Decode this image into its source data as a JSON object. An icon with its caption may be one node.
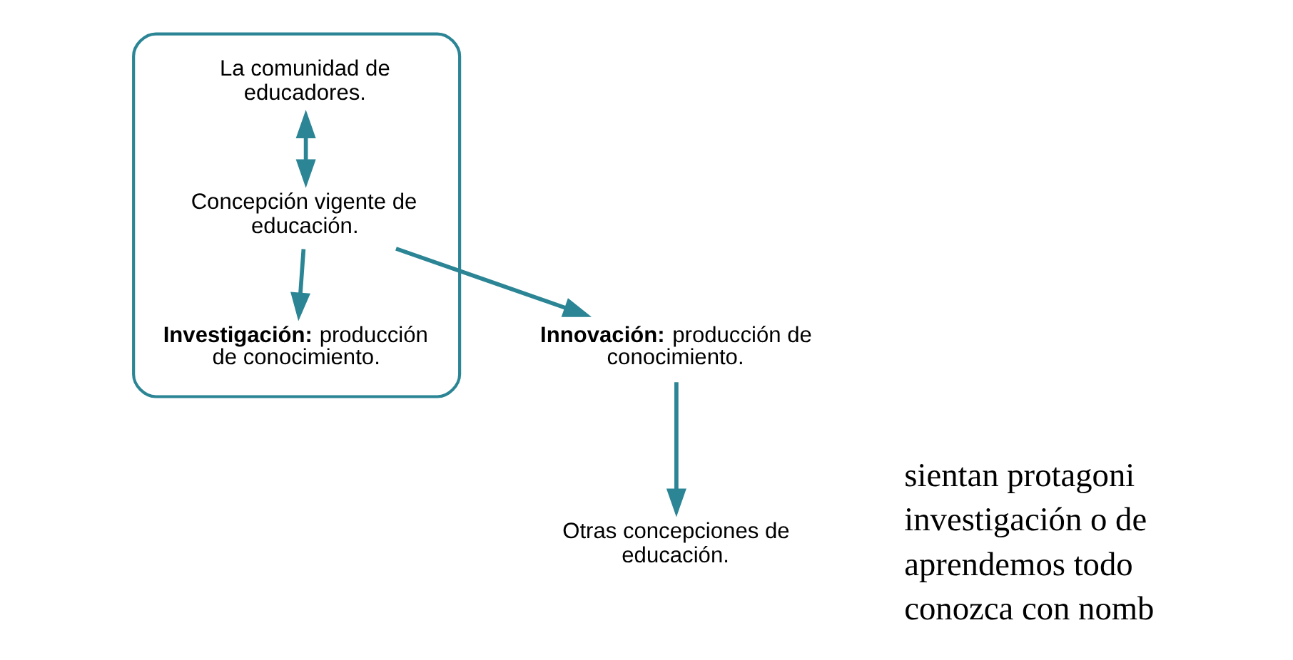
{
  "diagram": {
    "nodes": [
      {
        "text": [],
        "shape": "cloud"
      },
      {
        "text": [
          "La comunidad de educadores."
        ],
        "in": 0
      },
      {
        "text": [
          "Concepción vigente de educación."
        ],
        "in": 0
      },
      {
        "text": [
          "**Investigación:** producción de conocimiento."
        ],
        "in": 0
      },
      {
        "text": [
          "**Innovación:** producción de conocimiento."
        ]
      },
      {
        "text": [
          "Otras concepciones de educación."
        ]
      }
    ],
    "edges": [
      {
        "from": 1,
        "to": 2,
        "arrow": "both"
      },
      {
        "from": 2,
        "to": 3,
        "arrow": "to"
      },
      {
        "from": 2,
        "to": 4,
        "arrow": "to"
      },
      {
        "from": 4,
        "to": 5,
        "arrow": "to"
      }
    ],
    "labels": [
      "sientan protagoni",
      "investigación o de",
      "aprendemos todo",
      "conozca con nomb"
    ]
  }
}
